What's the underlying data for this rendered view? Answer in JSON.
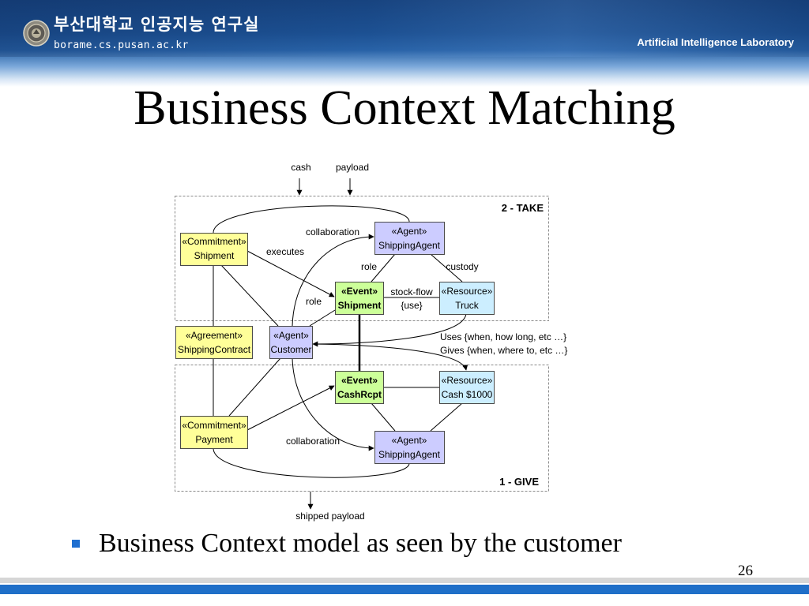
{
  "header": {
    "lab_name_korean": "부산대학교 인공지능 연구실",
    "url": "borame.cs.pusan.ac.kr",
    "lab_name_english": "Artificial Intelligence Laboratory",
    "logo_icon": "university-emblem"
  },
  "title": "Business Context Matching",
  "diagram": {
    "inputs": {
      "cash": "cash",
      "payload": "payload"
    },
    "output": "shipped payload",
    "zones": {
      "take": "2 - TAKE",
      "give": "1 - GIVE"
    },
    "boxes": {
      "commitment_shipment": {
        "stereotype": "«Commitment»",
        "name": "Shipment"
      },
      "agent_shipping_take": {
        "stereotype": "«Agent»",
        "name": "ShippingAgent"
      },
      "event_shipment": {
        "stereotype": "«Event»",
        "name": "Shipment"
      },
      "resource_truck": {
        "stereotype": "«Resource»",
        "name": "Truck"
      },
      "agreement": {
        "stereotype": "«Agreement»",
        "name": "ShippingContract"
      },
      "agent_customer": {
        "stereotype": "«Agent»",
        "name": "Customer"
      },
      "event_cashrcpt": {
        "stereotype": "«Event»",
        "name": "CashRcpt"
      },
      "resource_cash": {
        "stereotype": "«Resource»",
        "name": "Cash $1000"
      },
      "commitment_payment": {
        "stereotype": "«Commitment»",
        "name": "Payment"
      },
      "agent_shipping_give": {
        "stereotype": "«Agent»",
        "name": "ShippingAgent"
      }
    },
    "relation_labels": {
      "collaboration_take": "collaboration",
      "executes": "executes",
      "role_agent": "role",
      "custody": "custody",
      "stock_flow": "stock-flow",
      "use": "{use}",
      "role_customer": "role",
      "uses": "Uses {when, how long, etc …}",
      "gives": "Gives {when, where to, etc …}",
      "collaboration_give": "collaboration"
    }
  },
  "bullets": [
    {
      "text": "Business Context model as seen by the customer"
    }
  ],
  "page_number": "26",
  "colors": {
    "header_blue": "#1c5092",
    "commitment_fill": "#ffff99",
    "agent_fill": "#ccccff",
    "event_fill": "#ccff99",
    "resource_fill": "#cceeff",
    "bullet": "#1f6fd0",
    "footer_blue": "#1f6fc8"
  }
}
